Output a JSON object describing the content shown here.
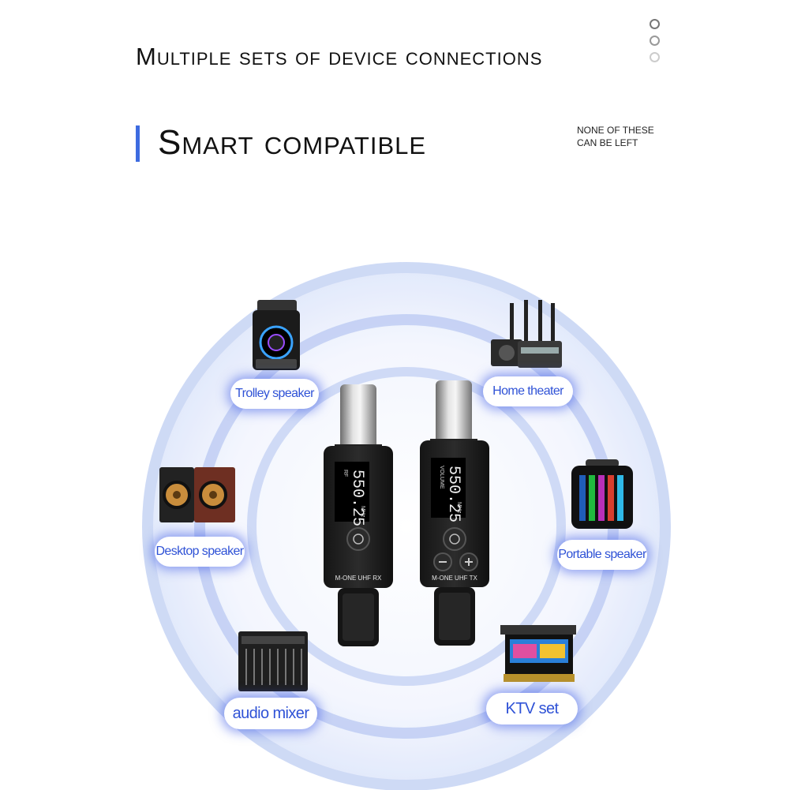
{
  "header": {
    "title": "Multiple sets of device connections",
    "subtitle": "Smart compatible",
    "note_line1": "NONE OF THESE",
    "note_line2": "CAN BE LEFT"
  },
  "devices": {
    "trolley_speaker": "Trolley speaker",
    "home_theater": "Home theater",
    "desktop_speaker": "Desktop speaker",
    "portable_speaker": "Portable speaker",
    "audio_mixer": "audio mixer",
    "ktv_set": "KTV set"
  },
  "receiver": {
    "label": "M-ONE  UHF  RX",
    "freq": "550.25",
    "unit": "MHz",
    "sig": "RF"
  },
  "transmitter": {
    "label": "M-ONE  UHF  TX",
    "freq": "550.25",
    "unit": "MHz",
    "sig": "VOLUME"
  },
  "colors": {
    "accent": "#3d6be0",
    "pill_text": "#2f52d6",
    "ring": "#b9c9f2"
  }
}
